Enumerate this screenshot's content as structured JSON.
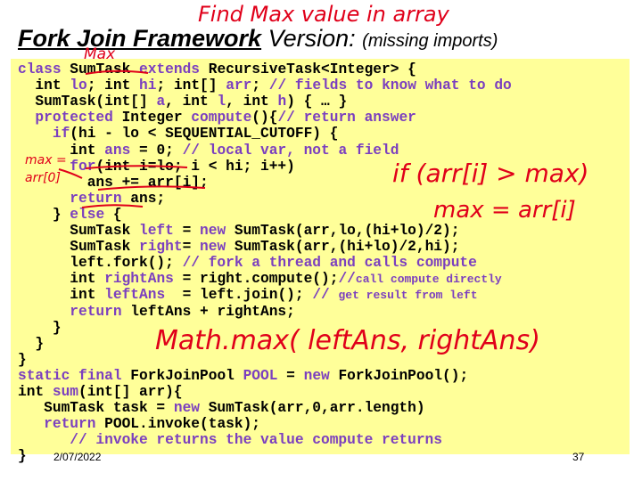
{
  "slide": {
    "title_bold": "Fork Join Framework",
    "title_rest": " Version:",
    "title_small": "(missing imports)",
    "date": "2/07/2022",
    "page_number": "37"
  },
  "code_lines": [
    [
      [
        "k",
        "class "
      ],
      [
        "n",
        "SumTask "
      ],
      [
        "k",
        "extends "
      ],
      [
        "n",
        "RecursiveTask<Integer> {"
      ]
    ],
    [
      [
        "n",
        "  int "
      ],
      [
        "k",
        "lo"
      ],
      [
        "n",
        "; int "
      ],
      [
        "k",
        "hi"
      ],
      [
        "n",
        "; int[] "
      ],
      [
        "k",
        "arr"
      ],
      [
        "n",
        "; "
      ],
      [
        "c",
        "// fields to know what to do"
      ]
    ],
    [
      [
        "n",
        "  SumTask(int[] "
      ],
      [
        "k",
        "a"
      ],
      [
        "n",
        ", int "
      ],
      [
        "k",
        "l"
      ],
      [
        "n",
        ", int "
      ],
      [
        "k",
        "h"
      ],
      [
        "n",
        ") { … }"
      ]
    ],
    [
      [
        "k",
        "  protected "
      ],
      [
        "n",
        "Integer "
      ],
      [
        "k",
        "compute"
      ],
      [
        "n",
        "(){"
      ],
      [
        "c",
        "// return answer"
      ]
    ],
    [
      [
        "k",
        "    if"
      ],
      [
        "n",
        "(hi - lo < SEQUENTIAL_CUTOFF) {"
      ]
    ],
    [
      [
        "n",
        "      int "
      ],
      [
        "k",
        "ans "
      ],
      [
        "n",
        "= 0; "
      ],
      [
        "c",
        "// local var, not a field"
      ]
    ],
    [
      [
        "k",
        "      for"
      ],
      [
        "n",
        "(int i=lo; i < hi; i++)"
      ]
    ],
    [
      [
        "n",
        "        ans += arr[i];"
      ]
    ],
    [
      [
        "k",
        "      return "
      ],
      [
        "n",
        "ans;"
      ]
    ],
    [
      [
        "n",
        "    } "
      ],
      [
        "k",
        "else "
      ],
      [
        "n",
        "{"
      ]
    ],
    [
      [
        "n",
        "      SumTask "
      ],
      [
        "k",
        "left "
      ],
      [
        "n",
        "= "
      ],
      [
        "k",
        "new "
      ],
      [
        "n",
        "SumTask(arr,lo,(hi+lo)/2);"
      ]
    ],
    [
      [
        "n",
        "      SumTask "
      ],
      [
        "k",
        "right"
      ],
      [
        "n",
        "= "
      ],
      [
        "k",
        "new "
      ],
      [
        "n",
        "SumTask(arr,(hi+lo)/2,hi);"
      ]
    ],
    [
      [
        "n",
        "      left.fork(); "
      ],
      [
        "c",
        "// fork a thread and calls compute"
      ]
    ],
    [
      [
        "n",
        "      int "
      ],
      [
        "k",
        "rightAns "
      ],
      [
        "n",
        "= right.compute();"
      ],
      [
        "c",
        "//"
      ],
      [
        "cs",
        "call compute directly"
      ]
    ],
    [
      [
        "n",
        "      int "
      ],
      [
        "k",
        "leftAns  "
      ],
      [
        "n",
        "= left.join(); "
      ],
      [
        "c",
        "// "
      ],
      [
        "cs",
        "get result from left"
      ]
    ],
    [
      [
        "k",
        "      return "
      ],
      [
        "n",
        "leftAns + rightAns;"
      ]
    ],
    [
      [
        "n",
        "    }"
      ]
    ],
    [
      [
        "n",
        "  }"
      ]
    ],
    [
      [
        "n",
        "}"
      ]
    ],
    [
      [
        "k",
        "static final "
      ],
      [
        "n",
        "ForkJoinPool "
      ],
      [
        "k",
        "POOL "
      ],
      [
        "n",
        "= "
      ],
      [
        "k",
        "new "
      ],
      [
        "n",
        "ForkJoinPool();"
      ]
    ],
    [
      [
        "n",
        "int "
      ],
      [
        "k",
        "sum"
      ],
      [
        "n",
        "(int[] arr){"
      ]
    ],
    [
      [
        "n",
        "   SumTask task = "
      ],
      [
        "k",
        "new "
      ],
      [
        "n",
        "SumTask(arr,0,arr.length)"
      ]
    ],
    [
      [
        "k",
        "   return "
      ],
      [
        "n",
        "POOL.invoke(task);"
      ]
    ],
    [
      [
        "c",
        "      // invoke returns the value compute returns"
      ]
    ],
    [
      [
        "n",
        "}"
      ]
    ]
  ],
  "handwriting": {
    "top": "Find Max value in array",
    "above_sumtask": "Max",
    "margin_1": "max =",
    "margin_2": "arr[0]",
    "if_note": "if (arr[i] > max)",
    "max_assign": "max = arr[i]",
    "math_max": "Math.max( leftAns, rightAns)",
    "ink_color": "#e0001a"
  }
}
